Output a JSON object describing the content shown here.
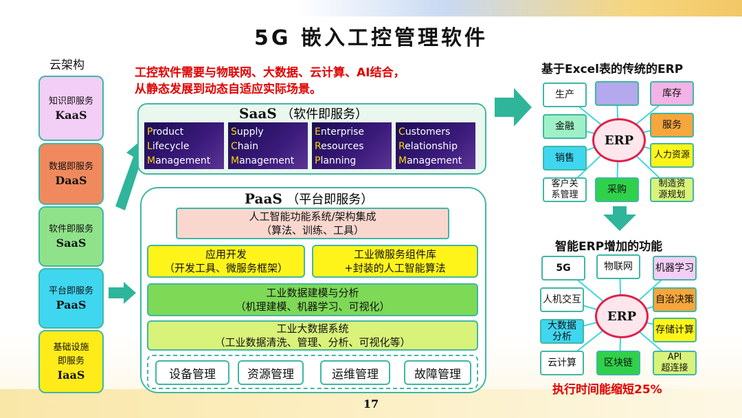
{
  "title": "5G 嵌入工控管理软件",
  "cloud_label": "云架构",
  "intro_line1": "工控软件需要与物联网、大数据、云计算、AI结合，",
  "intro_line2": "从静态发展到动态自适应实际场景。",
  "stack": [
    {
      "cn": "知识即服务",
      "en": "KaaS",
      "color": "#f3cef6"
    },
    {
      "cn": "数据即服务",
      "en": "DaaS",
      "color": "#f08a5e"
    },
    {
      "cn": "软件即服务",
      "en": "SaaS",
      "color": "#8fe28a"
    },
    {
      "cn": "平台即服务",
      "en": "PaaS",
      "color": "#3fd6f0"
    },
    {
      "cn": "基础设施\n即服务",
      "en": "IaaS",
      "color": "#ffeb1a"
    }
  ],
  "saas": {
    "title_en": "SaaS",
    "title_cn": "（软件即服务）",
    "cards": [
      {
        "l1": "Product",
        "l2": "Lifecycle",
        "l3": "Management"
      },
      {
        "l1": "Supply",
        "l2": "Chain",
        "l3": "Management"
      },
      {
        "l1": "Enterprise",
        "l2": "Resources",
        "l3": "Planning"
      },
      {
        "l1": "Customers",
        "l2": "Relationship",
        "l3": "Management"
      }
    ]
  },
  "paas": {
    "title_en": "PaaS",
    "title_cn": "（平台即服务）",
    "ai": {
      "l1": "人工智能功能系统/架构集成",
      "l2": "（算法、训练、工具）"
    },
    "app_dev": {
      "l1": "应用开发",
      "l2": "（开发工具、微服务框架）"
    },
    "micro": {
      "l1": "工业微服务组件库",
      "l2": "+封装的人工智能算法"
    },
    "modeling": {
      "l1": "工业数据建模与分析",
      "l2": "（机理建模、机器学习、可视化）"
    },
    "bigdata": {
      "l1": "工业大数据系统",
      "l2": "（工业数据清洗、管理、分析、可视化等）"
    },
    "mgmt": [
      "设备管理",
      "资源管理",
      "运维管理",
      "故障管理"
    ]
  },
  "erp_traditional": {
    "title": "基于Excel表的传统的ERP",
    "center": "ERP",
    "nodes": [
      "生产",
      "",
      "库存",
      "金融",
      "服务",
      "销售",
      "人力资源",
      "客户关\n系管理",
      "采购",
      "制造资\n源规划"
    ]
  },
  "erp_smart": {
    "title": "智能ERP增加的功能",
    "center": "ERP",
    "nodes": [
      "5G",
      "物联网",
      "机器学习",
      "人机交互",
      "自治决策",
      "大数据\n分析",
      "存储计算",
      "云计算",
      "区块链",
      "API\n超连接"
    ]
  },
  "result": "执行时间能缩短25%",
  "page_number": "17"
}
